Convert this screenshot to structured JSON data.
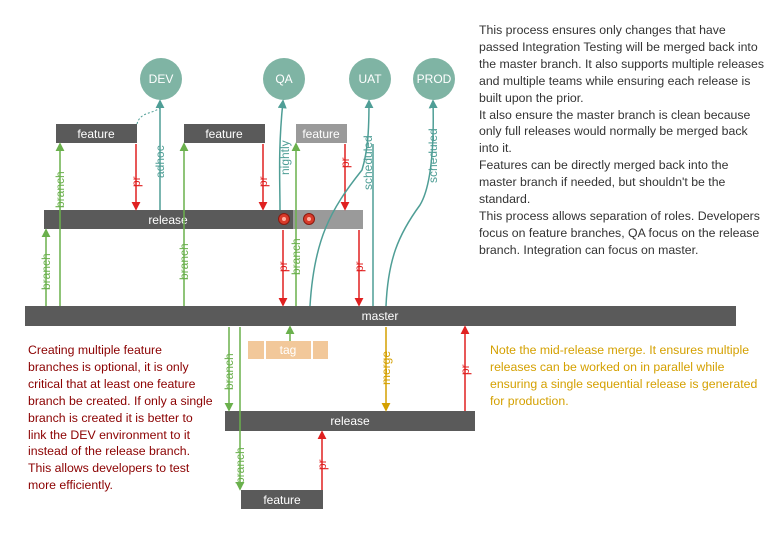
{
  "environments": [
    "DEV",
    "QA",
    "UAT",
    "PROD"
  ],
  "bars": {
    "feature_1": "feature",
    "feature_2": "feature",
    "feature_3": "feature",
    "release_top": "release",
    "master": "master",
    "tag": "tag",
    "release_bottom": "release",
    "feature_bottom": "feature"
  },
  "arrow_labels": {
    "branch": "branch",
    "pr": "pr",
    "adhoc": "adhoc",
    "nightly": "nightly",
    "scheduled": "scheduled",
    "merge": "merge"
  },
  "notes": {
    "main": "This process ensures only changes that have passed Integration Testing will be merged back into the master branch.  It also supports multiple releases and multiple teams while ensuring each release is built upon the prior.\nIt also ensure the master branch is clean because only full releases would normally be merged back into it.\nFeatures can be directly merged back into the master branch if needed, but shouldn't be the standard.\nThis process allows separation of roles. Developers focus on feature branches, QA focus on the release branch.  Integration can focus on master.",
    "left": "Creating multiple feature branches is optional, it is only critical that at least one feature branch be created.  If only a single branch is created it is better to link the DEV environment to it instead of the release branch.  This allows developers to test more efficiently.",
    "mid": "Note the mid-release merge.  It ensures multiple releases can be worked on in parallel while ensuring a single sequential release is generated for production."
  },
  "colors": {
    "dark_bar": "#5a5a5a",
    "light_bar": "#9a9a9a",
    "env_circle": "#7fb4a4",
    "green": "#6ab04c",
    "red": "#e02020",
    "teal": "#4f9e96",
    "gold": "#d4a000",
    "tag_fill": "#f2c89a"
  }
}
